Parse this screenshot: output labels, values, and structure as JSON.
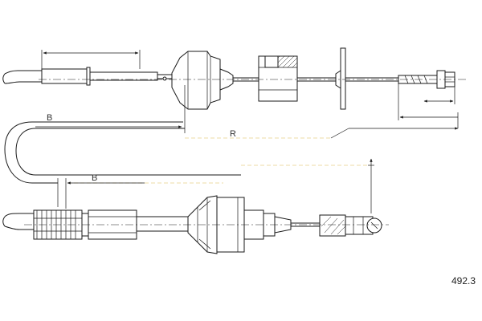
{
  "diagram": {
    "part_number": "492.3",
    "dimension_labels": {
      "top_b": "B",
      "top_r": "R",
      "bottom_b": "B"
    },
    "line_color": "#1a1a1a",
    "extension_line_color": "#d9b84a"
  }
}
